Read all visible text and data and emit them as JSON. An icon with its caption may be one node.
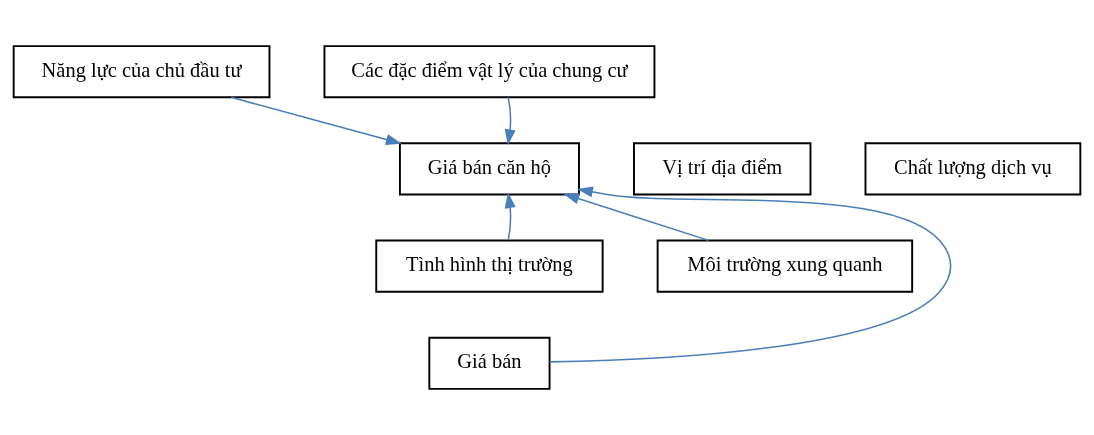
{
  "diagram": {
    "nodes": [
      {
        "text": [
          "Năng lực của chủ đầu tư"
        ]
      },
      {
        "text": [
          "Các đặc điểm vật lý của chung cư"
        ]
      },
      {
        "text": [
          "Vị trí địa điểm"
        ]
      },
      {
        "text": [
          "Giá bán căn hộ"
        ]
      },
      {
        "text": [
          "Chất lượng dịch vụ"
        ]
      },
      {
        "text": [
          "Môi trường xung quanh"
        ]
      },
      {
        "text": [
          "Tình hình thị trường"
        ]
      },
      {
        "text": [
          "Giá bán"
        ]
      }
    ],
    "edges": [
      {
        "from": 0,
        "to": 3,
        "arrow": "to"
      },
      {
        "from": 1,
        "to": 3,
        "arrow": "to"
      },
      {
        "from": 5,
        "to": 3,
        "arrow": "to"
      },
      {
        "from": 7,
        "to": 3,
        "arrow": "to"
      },
      {
        "from": 6,
        "to": 3,
        "arrow": "to"
      }
    ]
  }
}
